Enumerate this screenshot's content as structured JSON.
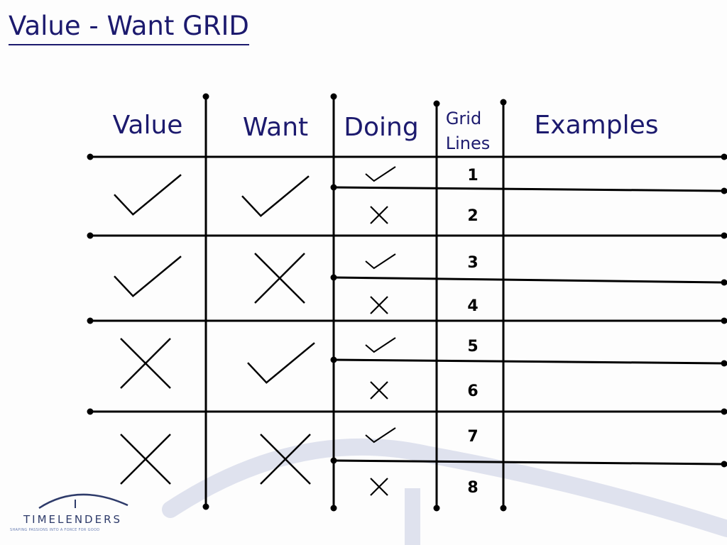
{
  "slide": {
    "title": "Value - Want GRID"
  },
  "headers": {
    "value": "Value",
    "want": "Want",
    "doing": "Doing",
    "grid_lines_line1": "Grid",
    "grid_lines_line2": "Lines",
    "examples": "Examples"
  },
  "rows": [
    {
      "value": "check",
      "want": "check"
    },
    {
      "value": "check",
      "want": "cross"
    },
    {
      "value": "cross",
      "want": "check"
    },
    {
      "value": "cross",
      "want": "cross"
    }
  ],
  "grid_lines": [
    {
      "number": "1",
      "doing": "check"
    },
    {
      "number": "2",
      "doing": "cross"
    },
    {
      "number": "3",
      "doing": "check"
    },
    {
      "number": "4",
      "doing": "cross"
    },
    {
      "number": "5",
      "doing": "check"
    },
    {
      "number": "6",
      "doing": "cross"
    },
    {
      "number": "7",
      "doing": "check"
    },
    {
      "number": "8",
      "doing": "cross"
    }
  ],
  "logo": {
    "name": "TIMELENDERS",
    "tagline": "SHAPING PASSIONS INTO A FORCE FOR GOOD"
  },
  "colors": {
    "title": "#1c1a6e",
    "header_text": "#1c1a6e",
    "line": "#000000",
    "watermark": "#c9cde0"
  }
}
